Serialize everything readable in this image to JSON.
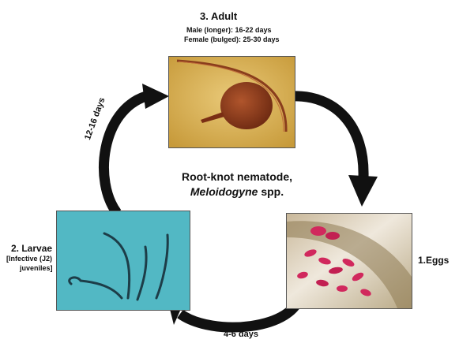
{
  "stages": {
    "adult": {
      "title": "3. Adult",
      "male": "Male (longer): 16-22 days",
      "female": "Female (bulged): 25-30 days",
      "photo_icon": "adult-nematode-micrograph"
    },
    "eggs": {
      "title": "1.Eggs",
      "photo_icon": "egg-mass-micrograph"
    },
    "larvae": {
      "title": "2. Larvae",
      "subtitle_line1": "[Infective (J2)",
      "subtitle_line2": "juveniles]",
      "photo_icon": "juvenile-nematodes-micrograph"
    }
  },
  "durations": {
    "eggs_to_larvae": "4-6 days",
    "larvae_to_adult": "12-16 days"
  },
  "center_label": {
    "line1": "Root-knot nematode,",
    "genus": "Meloidogyne",
    "species": " spp."
  },
  "colors": {
    "arrow": "#111111",
    "adult_bg": "#d8b457",
    "larvae_bg": "#4fb7c3",
    "eggs_bg": "#e8e0d0",
    "egg_pink": "#d1285d"
  }
}
